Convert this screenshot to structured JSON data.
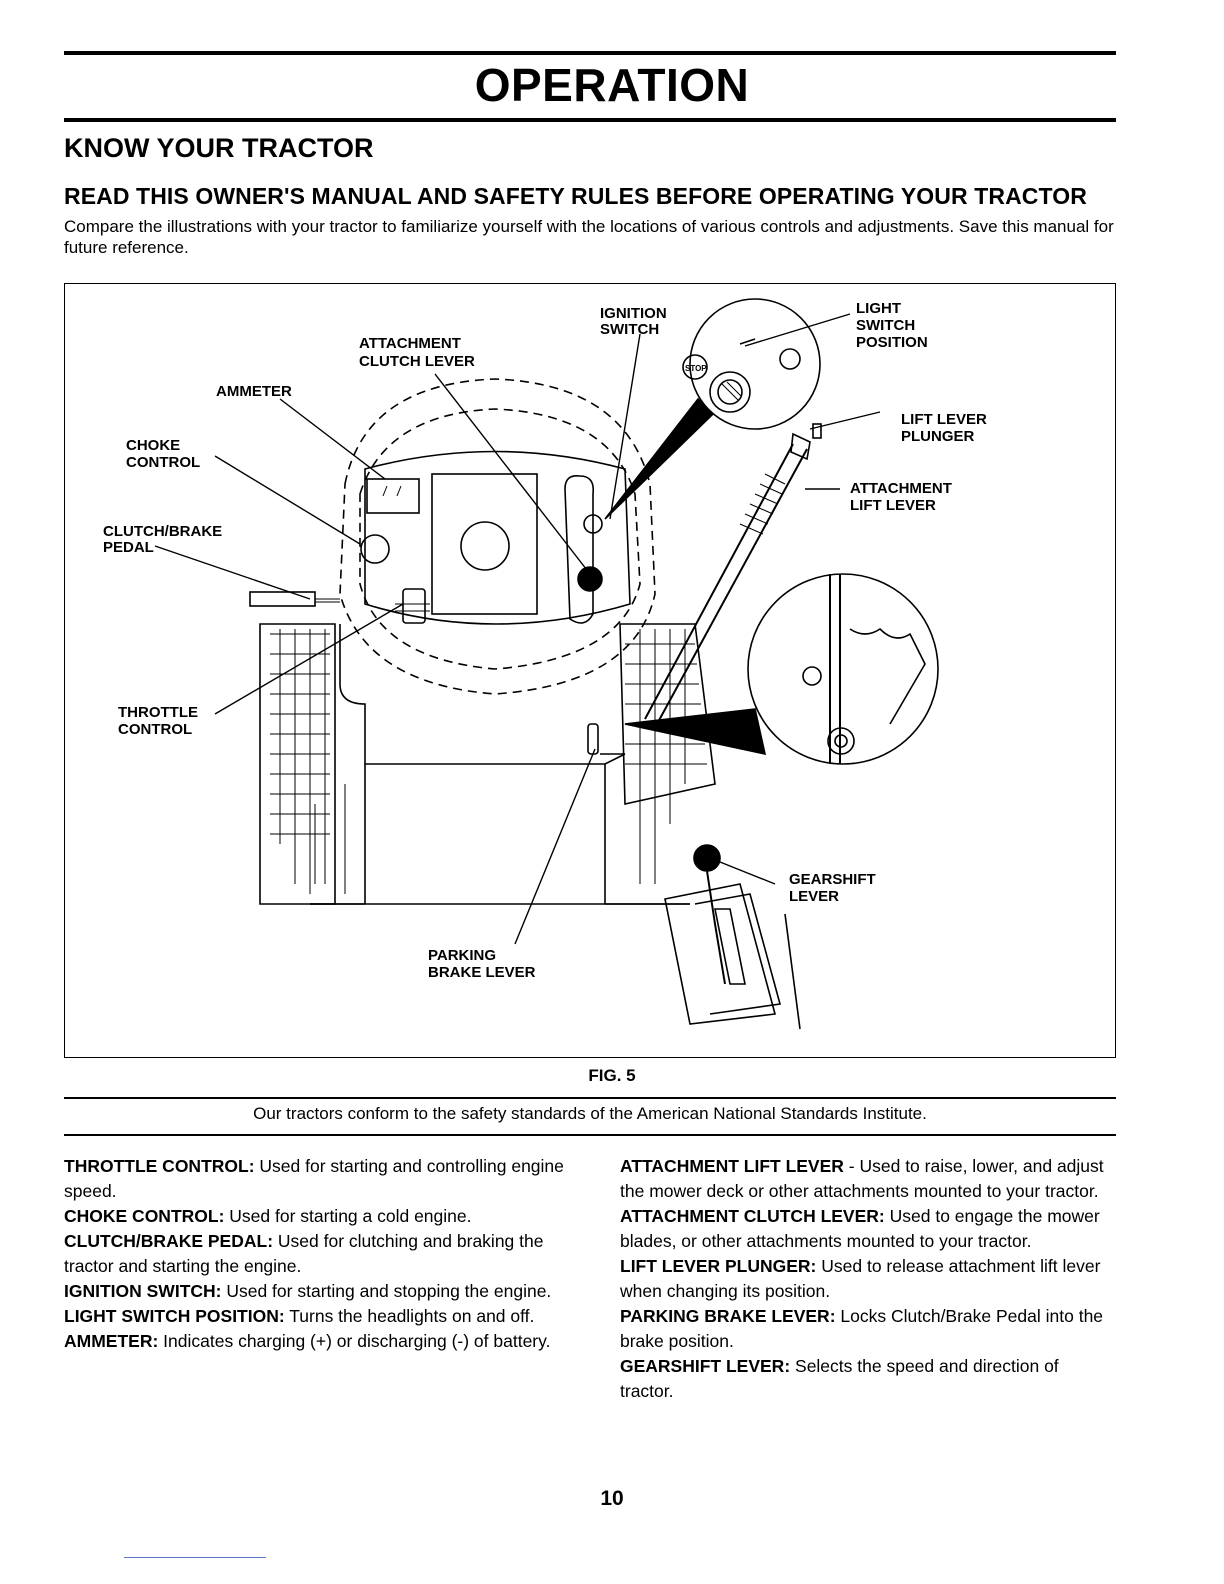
{
  "header": {
    "title": "OPERATION",
    "subtitle": "KNOW YOUR TRACTOR",
    "notice": "READ THIS OWNER'S MANUAL AND SAFETY RULES BEFORE OPERATING YOUR TRACTOR",
    "intro": "Compare the illustrations with your tractor to familiarize yourself with the locations of various controls and adjustments. Save this manual for future reference."
  },
  "figure": {
    "caption": "FIG. 5",
    "labels": {
      "ignition_1": "IGNITION",
      "ignition_2": "SWITCH",
      "light_1": "LIGHT",
      "light_2": "SWITCH",
      "light_3": "POSITION",
      "attclutch_1": "ATTACHMENT",
      "attclutch_2": "CLUTCH LEVER",
      "ammeter": "AMMETER",
      "choke_1": "CHOKE",
      "choke_2": "CONTROL",
      "clutch_1": "CLUTCH/BRAKE",
      "clutch_2": "PEDAL",
      "plunger_1": "LIFT LEVER",
      "plunger_2": "PLUNGER",
      "attlift_1": "ATTACHMENT",
      "attlift_2": "LIFT LEVER",
      "throttle_1": "THROTTLE",
      "throttle_2": "CONTROL",
      "gear_1": "GEARSHIFT",
      "gear_2": "LEVER",
      "parking_1": "PARKING",
      "parking_2": "BRAKE LEVER",
      "stop": "STOP"
    }
  },
  "ansi_note": "Our tractors conform to the safety standards of the American National Standards Institute.",
  "definitions_left": [
    {
      "term": "THROTTLE CONTROL:",
      "text": " Used for starting and controlling engine speed."
    },
    {
      "term": "CHOKE CONTROL:",
      "text": " Used for starting a cold engine."
    },
    {
      "term": "CLUTCH/BRAKE PEDAL:",
      "text": " Used for clutching and braking the tractor and starting the engine."
    },
    {
      "term": "IGNITION SWITCH:",
      "text": " Used for starting and stopping the engine."
    },
    {
      "term": "LIGHT SWITCH POSITION:",
      "text": " Turns the headlights on and off."
    },
    {
      "term": "AMMETER:",
      "text": " Indicates charging (+) or discharging (-) of battery."
    }
  ],
  "definitions_right": [
    {
      "term": "ATTACHMENT LIFT LEVER",
      "text": " - Used to raise, lower, and adjust the mower deck or other attachments mounted to your tractor."
    },
    {
      "term": "ATTACHMENT CLUTCH LEVER:",
      "text": " Used to engage the mower blades, or other attachments mounted to your tractor."
    },
    {
      "term": "LIFT LEVER PLUNGER:",
      "text": " Used to release attachment lift lever when changing its position."
    },
    {
      "term": "PARKING BRAKE LEVER:",
      "text": " Locks Clutch/Brake Pedal into the brake position."
    },
    {
      "term": "GEARSHIFT LEVER:",
      "text": " Selects the speed and direction of tractor."
    }
  ],
  "page_number": "10"
}
